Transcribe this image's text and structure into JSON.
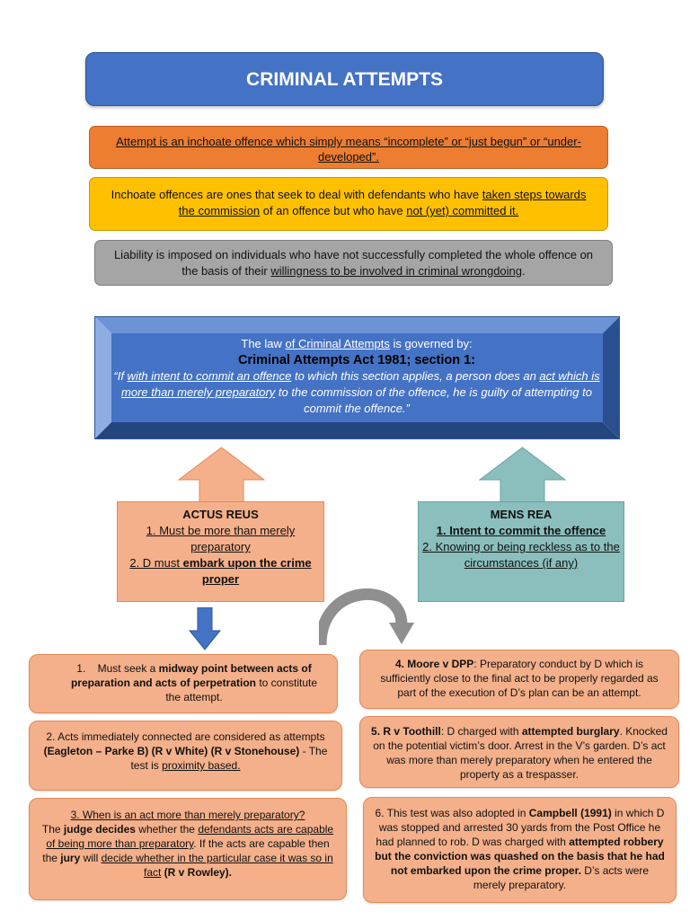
{
  "title": "CRIMINAL ATTEMPTS",
  "definition": {
    "line1": "Attempt is an inchoate offence which simply means “incomplete” or “just begun” or “under-developed”.",
    "inchoate_a": "Inchoate offences are ones that seek to deal with defendants who have ",
    "inchoate_b": "taken steps towards the commission",
    "inchoate_c": " of an offence but who have ",
    "inchoate_d": "not (yet) committed it.",
    "liability_a": "Liability is imposed on individuals who have not successfully completed the whole offence on the basis of their ",
    "liability_b": "willingness to be involved in criminal wrongdoing",
    "liability_c": "."
  },
  "law": {
    "intro_a": "The law ",
    "intro_b": "of Criminal Attempts",
    "intro_c": " is governed by:",
    "act": "Criminal Attempts Act 1981; section 1:",
    "quote_a": "“If ",
    "quote_b": "with intent to commit an offence",
    "quote_c": " to which this section applies, a person does an ",
    "quote_d": "act which is more than merely preparatory",
    "quote_e": " to the commission of the offence, he is guilty of attempting to commit the offence.”"
  },
  "actus_reus": {
    "heading": "ACTUS REUS",
    "point1": "1. Must be more than merely preparatory",
    "point2_a": "2. D must ",
    "point2_b": "embark upon the crime proper"
  },
  "mens_rea": {
    "heading": "MENS REA",
    "point1": "1. Intent to commit the offence",
    "point2": "2. Knowing or being reckless as to the circumstances (if any)"
  },
  "cases": {
    "c1_num": "1.",
    "c1_a": "Must seek a ",
    "c1_b": "midway point between acts of preparation and acts of perpetration",
    "c1_c": " to constitute the attempt.",
    "c2_a": "2. Acts immediately connected are considered as attempts ",
    "c2_b": "(Eagleton – Parke B) (R v White) (R v Stonehouse)",
    "c2_c": " - The test is ",
    "c2_d": "proximity based.",
    "c3_a": "3. When is an act more than merely preparatory?",
    "c3_b": "The ",
    "c3_c": "judge decides",
    "c3_d": " whether the ",
    "c3_e": "defendants acts are capable of being more than preparatory",
    "c3_f": ". If the acts are capable then the ",
    "c3_g": "jury",
    "c3_h": " will ",
    "c3_i": "decide whether in the particular case it was so in fact",
    "c3_j": " (R v Rowley).",
    "c4_a": "4. Moore v DPP",
    "c4_b": ": Preparatory conduct by D which is sufficiently close to the final act to be properly regarded as part of the execution of D’s plan can be an attempt.",
    "c5_a": "5. R v Toothill",
    "c5_b": ": D charged with ",
    "c5_c": "attempted burglary",
    "c5_d": ". Knocked on the potential victim’s door. Arrest in the V’s garden. D’s act was more than merely preparatory when he entered the property as a trespasser.",
    "c6_a": "6.  This test was also adopted in ",
    "c6_b": "Campbell (1991)",
    "c6_c": " in which D was stopped and arrested 30 yards from the Post Office he had planned to rob. D was charged with ",
    "c6_d": "attempted robbery but the conviction was quashed on the basis that he had not embarked upon the crime proper.",
    "c6_e": " D’s acts were merely preparatory."
  },
  "colors": {
    "title_blue": "#4472c4",
    "orange": "#ed7d31",
    "yellow": "#ffc000",
    "grey": "#a5a5a5",
    "salmon": "#f4b08a",
    "teal": "#8bbfbd"
  },
  "icons": [
    "up-arrow-actus-reus",
    "up-arrow-mens-rea",
    "down-arrow",
    "curved-arrow"
  ]
}
